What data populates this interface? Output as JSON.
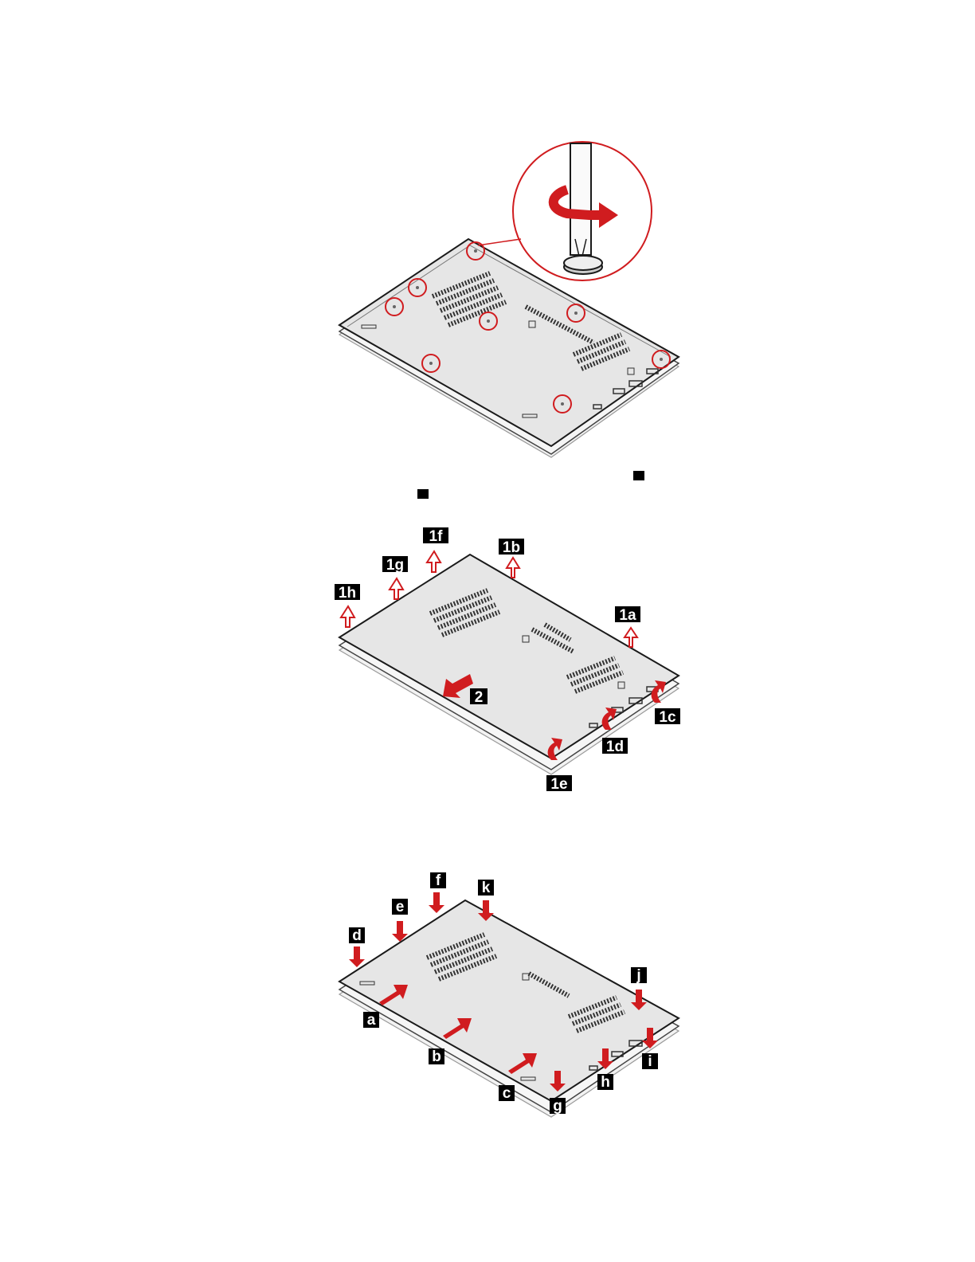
{
  "colors": {
    "accent": "#d01c1f",
    "cover": "#e6e6e6",
    "outline": "#1a1a1a",
    "label_bg": "#000000"
  },
  "figure1": {
    "screw_count": 8,
    "tool_icon": "screwdriver-icon",
    "rotation_icon": "rotate-counterclockwise-arrow-icon"
  },
  "inline_markers": {
    "m1": "",
    "m2": ""
  },
  "figure2": {
    "labels": [
      "1a",
      "1b",
      "1c",
      "1d",
      "1e",
      "1f",
      "1g",
      "1h",
      "2"
    ]
  },
  "figure3": {
    "labels": [
      "a",
      "b",
      "c",
      "d",
      "e",
      "f",
      "g",
      "h",
      "i",
      "j",
      "k"
    ]
  }
}
